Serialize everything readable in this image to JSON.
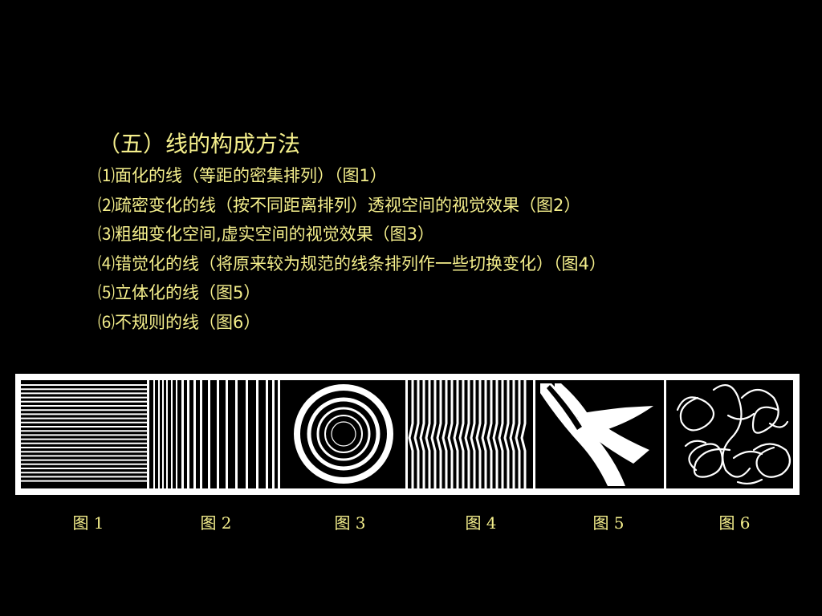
{
  "section_title": "（五）线的构成方法",
  "items": [
    "⑴面化的线（等距的密集排列）（图1）",
    "⑵疏密变化的线（按不同距离排列）透视空间的视觉效果（图2）",
    "⑶粗细变化空间,虚实空间的视觉效果（图3）",
    "⑷错觉化的线（将原来较为规范的线条排列作一些切换变化）（图4）",
    "⑸立体化的线（图5）",
    "⑹不规则的线（图6）"
  ],
  "captions": [
    "图 1",
    "图 2",
    "图 3",
    "图 4",
    "图 5",
    "图 6"
  ],
  "colors": {
    "background": "#000000",
    "text": "#f5ef8c",
    "lines": "#ffffff"
  }
}
